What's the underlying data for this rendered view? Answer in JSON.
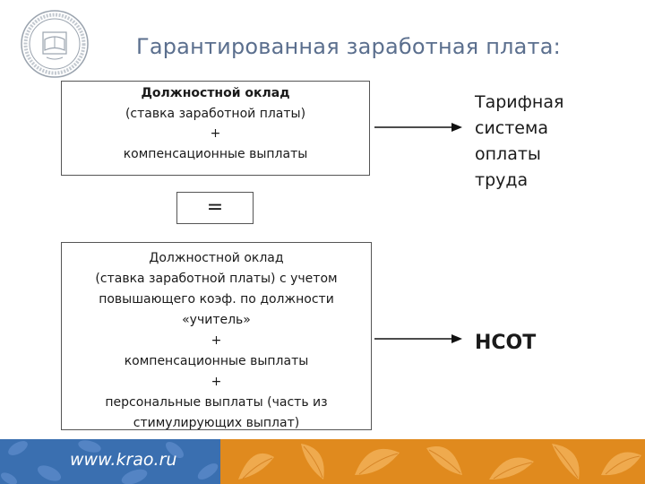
{
  "title": "Гарантированная заработная плата:",
  "box_top": {
    "line1": "Должностной оклад",
    "line2": "(ставка заработной платы)",
    "line3": "+",
    "line4": "компенсационные выплаты"
  },
  "equals": "=",
  "box_bottom": {
    "line1": "Должностной оклад",
    "line2": "(ставка заработной платы) с учетом",
    "line3": "повышающего коэф. по должности",
    "line4": "«учитель»",
    "line5": "+",
    "line6": "компенсационные выплаты",
    "line7": "+",
    "line8": "персональные выплаты (часть из",
    "line9": "стимулирующих выплат)"
  },
  "label_top": {
    "line1": "Тарифная",
    "line2": "система",
    "line3": "оплаты",
    "line4": "труда"
  },
  "label_bottom": "НСОТ",
  "footer": {
    "url": "www.krao.ru"
  },
  "colors": {
    "title": "#5b6f8e",
    "footer_blue": "#3a6fb0",
    "footer_orange": "#e08a1e"
  },
  "icons": [
    "university-seal-logo",
    "arrow-right-icon",
    "leaf-pattern"
  ]
}
